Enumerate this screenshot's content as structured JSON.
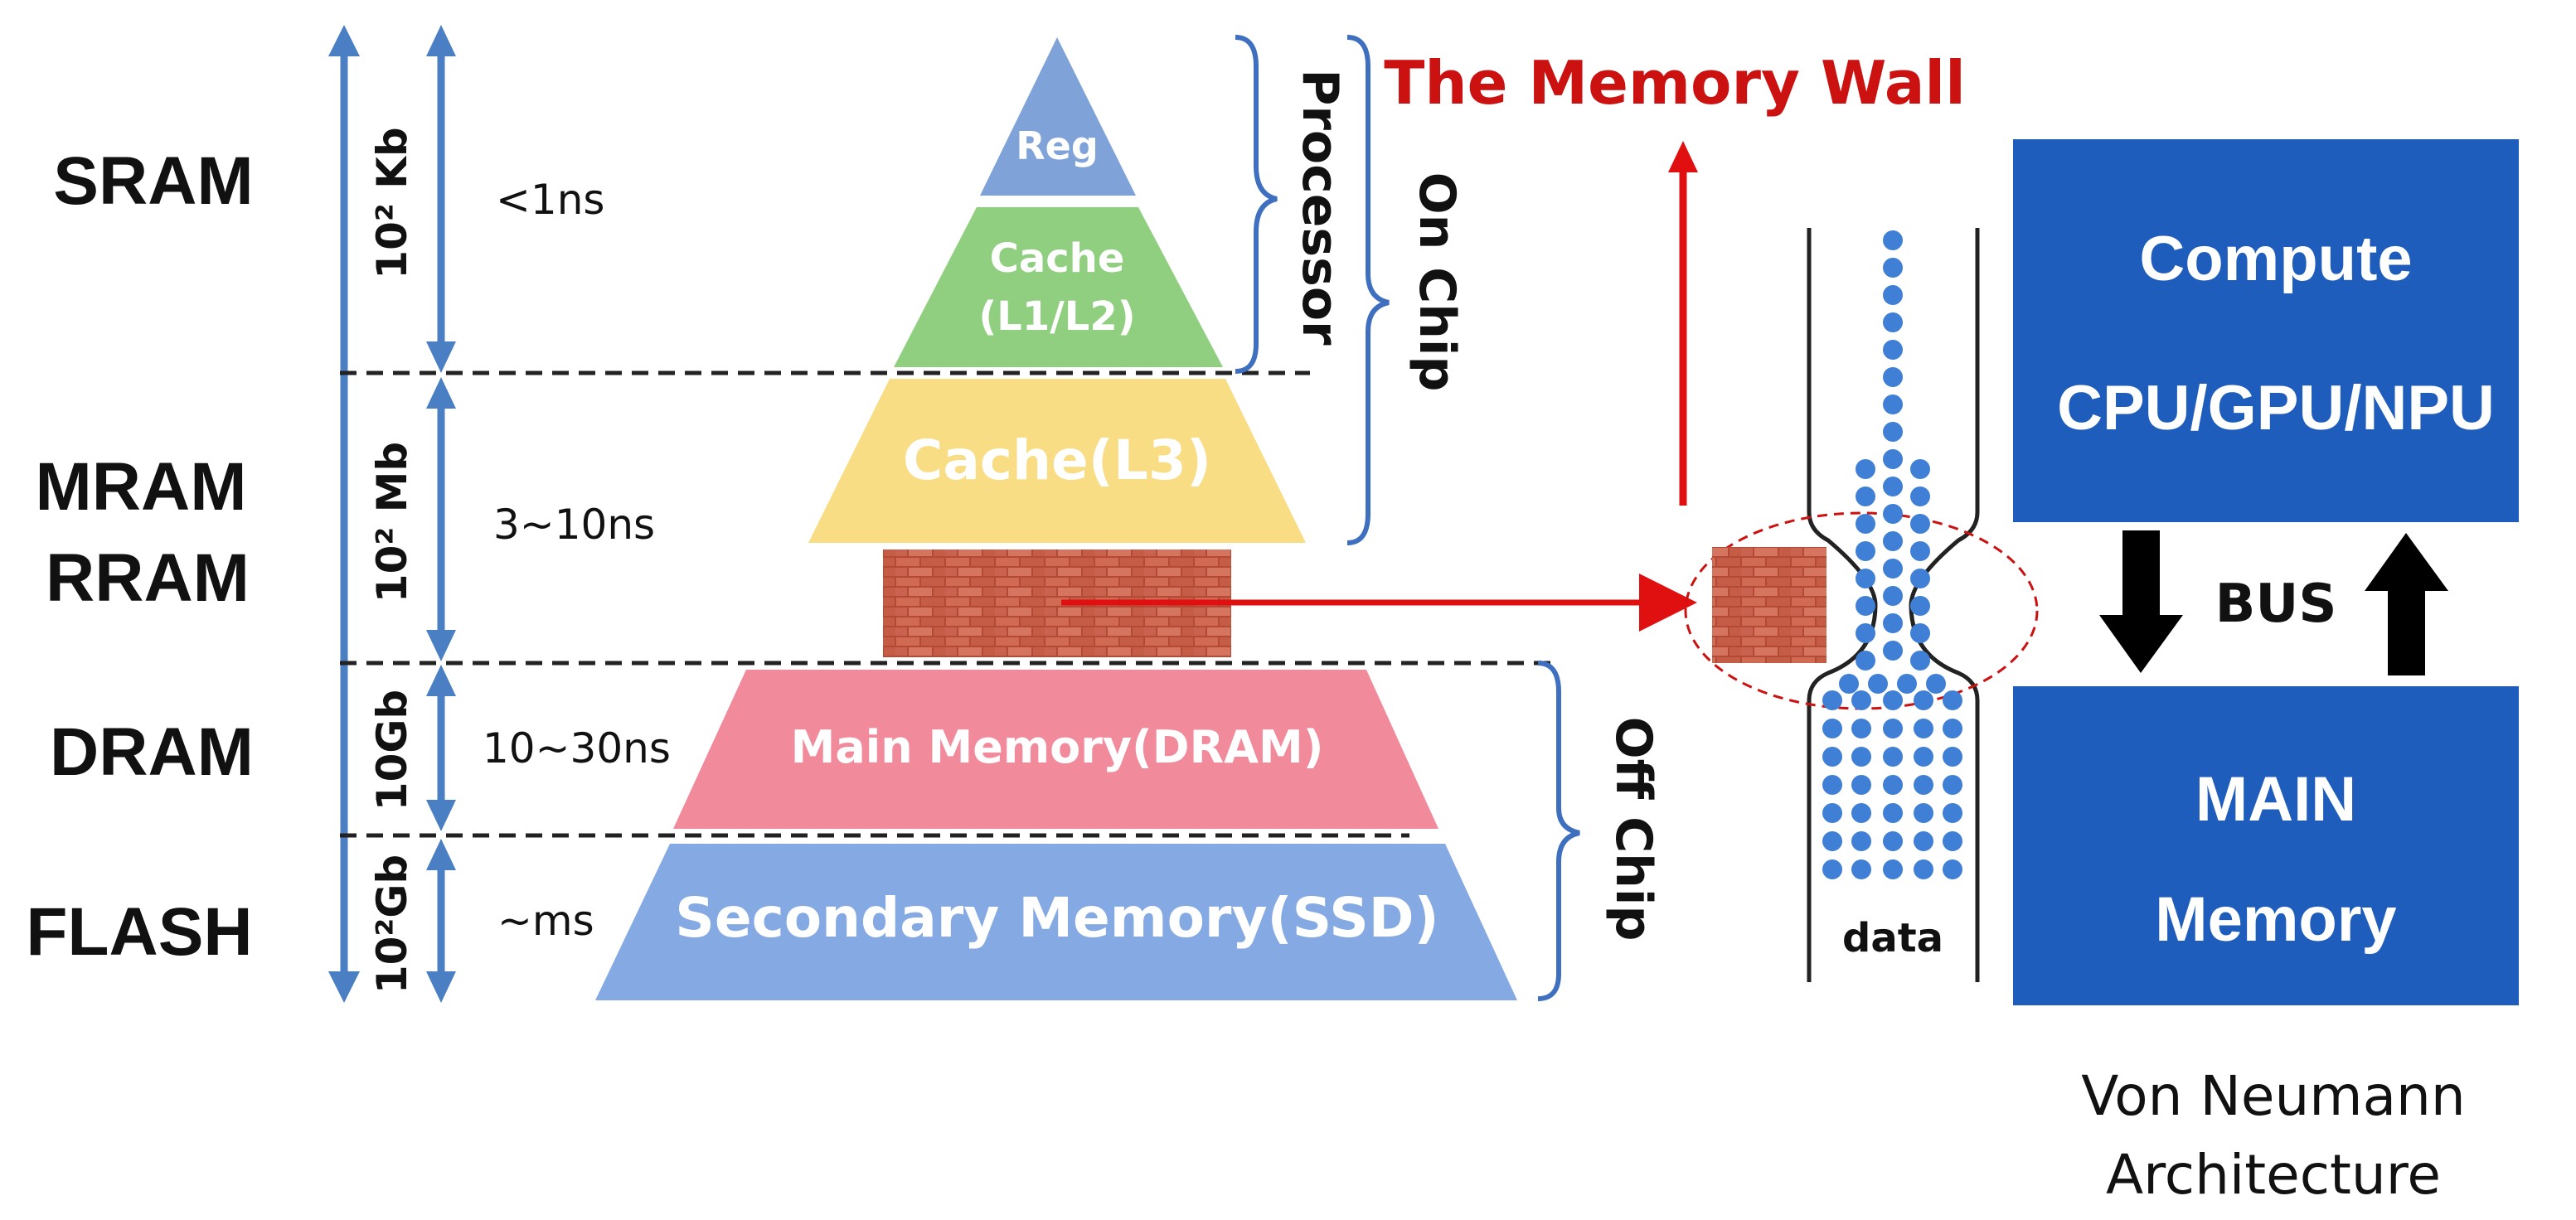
{
  "technologies": [
    "SRAM",
    "MRAM",
    "RRAM",
    "DRAM",
    "FLASH"
  ],
  "capacities": [
    "10² Kb",
    "10² Mb",
    "10Gb",
    "10²Gb"
  ],
  "latencies": [
    "<1ns",
    "3~10ns",
    "10~30ns",
    "~ms"
  ],
  "pyramid": {
    "reg": "Reg",
    "cache_l1l2_line1": "Cache",
    "cache_l1l2_line2": "(L1/L2)",
    "cache_l3": "Cache(L3)",
    "main_memory": "Main Memory(DRAM)",
    "secondary_memory": "Secondary Memory(SSD)"
  },
  "brackets": {
    "processor": "Processor",
    "on_chip": "On Chip",
    "off_chip": "Off Chip"
  },
  "memory_wall": {
    "title": "The Memory Wall",
    "data_label": "data"
  },
  "von_neumann": {
    "compute_line1": "Compute",
    "compute_line2": "CPU/GPU/NPU",
    "bus": "BUS",
    "main_line1": "MAIN",
    "main_line2": "Memory",
    "caption_line1": "Von Neumann",
    "caption_line2": "Architecture"
  },
  "colors": {
    "reg": "#7fa3d9",
    "cache_l1l2": "#8fcf7f",
    "cache_l3": "#f9dd85",
    "main_memory": "#f18a9b",
    "secondary_memory": "#84a9e3",
    "brick": "#c0513f",
    "arrow_blue": "#4a7fc3",
    "wall_red": "#cc1111",
    "box_blue": "#1f5dbc",
    "dot_blue": "#3f7fd6"
  }
}
